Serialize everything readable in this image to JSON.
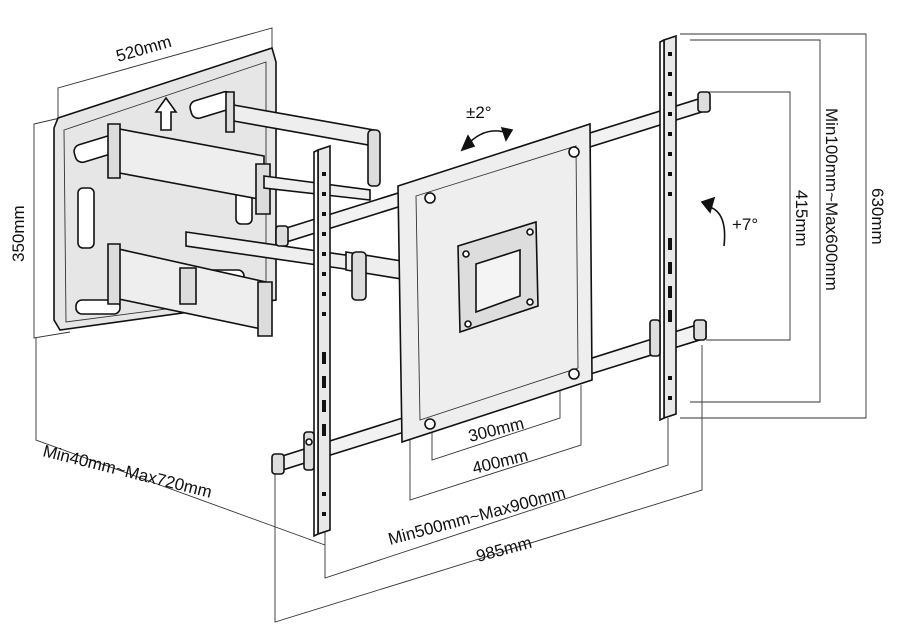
{
  "diagram": {
    "title": "Full-motion TV wall mount dimension drawing",
    "labels": {
      "wall_plate_width": "520mm",
      "wall_plate_height": "350mm",
      "tilt": "±2°",
      "swivel": "+7°",
      "rail_height": "630mm",
      "vertical_range": "Min100mm~Max600mm",
      "rail_spacing": "415mm",
      "vesa_small": "300mm",
      "vesa_large": "400mm",
      "arm_extension": "Min40mm~Max720mm",
      "horizontal_range": "Min500mm~Max900mm",
      "total_width": "985mm"
    }
  },
  "colors": {
    "ink": "#111111",
    "plate": "#e6e6e6",
    "arm": "#eeeeee",
    "dark": "#1a1a1a"
  }
}
